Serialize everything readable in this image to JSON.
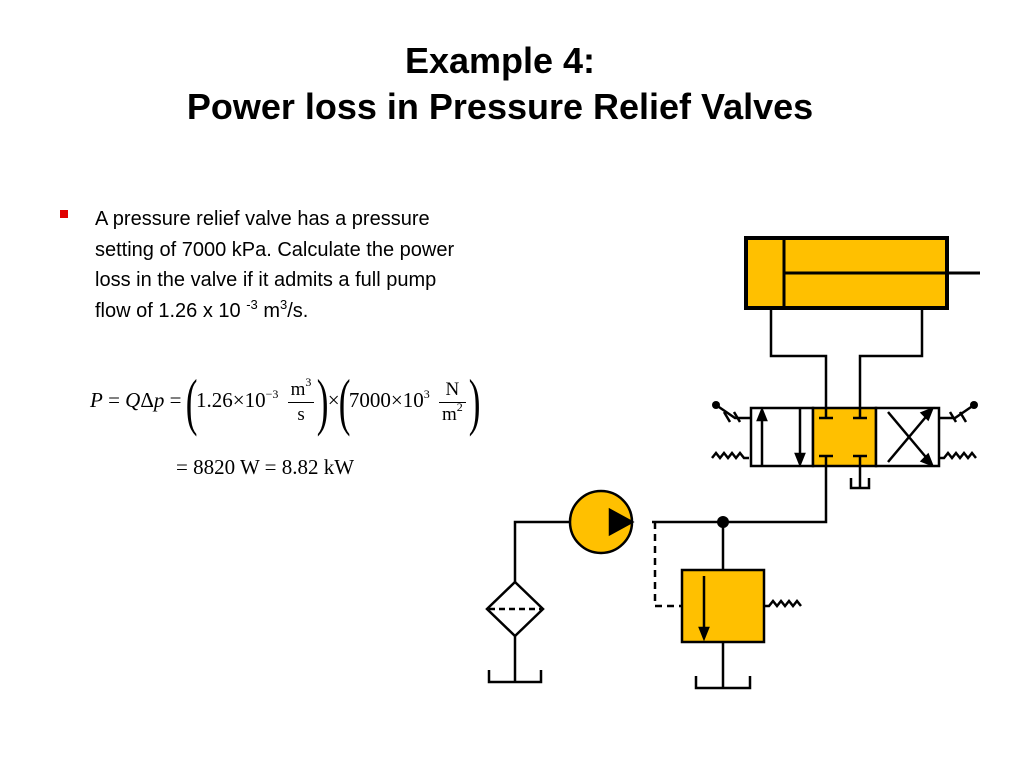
{
  "slide": {
    "title_line1": "Example 4:",
    "title_line2": "Power loss in Pressure Relief Valves"
  },
  "bullet": {
    "text_main": "A pressure relief valve has a pressure setting of 7000 kPa. Calculate the power loss in the valve if it admits a full pump flow of 1.26 x 10",
    "exp_flow": "-3",
    "unit_base": " m",
    "unit_exp": "3",
    "unit_tail": "/s."
  },
  "equation": {
    "lhs": "P",
    "eq1": " = ",
    "q": "Q",
    "delta": "Δ",
    "p": "p",
    "eq2": " = ",
    "flow_value": "1.26×10",
    "flow_exp": "−3",
    "flow_unit_num": "m",
    "flow_unit_num_exp": "3",
    "flow_unit_den": "s",
    "times": "×",
    "pressure_value": "7000×10",
    "pressure_exp": "3",
    "pressure_unit_num": "N",
    "pressure_unit_den": "m",
    "pressure_unit_den_exp": "2",
    "result": "= 8820 W = 8.82 kW"
  },
  "colors": {
    "component_fill": "#ffc000",
    "line": "#000000",
    "bullet": "#e00000"
  },
  "diagram_components": [
    "cylinder",
    "directional-valve",
    "pump",
    "filter",
    "relief-valve",
    "tank"
  ]
}
